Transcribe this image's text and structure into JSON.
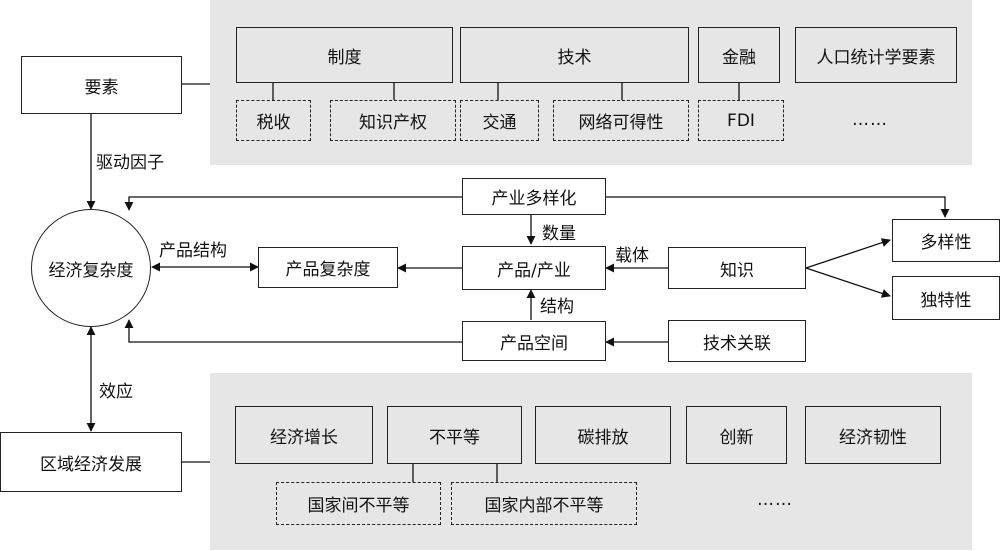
{
  "top": {
    "driver": "要素",
    "groups": [
      "制度",
      "技术",
      "金融",
      "人口统计学要素"
    ],
    "subs": [
      "税收",
      "知识产权",
      "交通",
      "网络可得性",
      "FDI"
    ],
    "more": "……"
  },
  "middle": {
    "center": "经济复杂度",
    "diversification": "产业多样化",
    "product_industry": "产品/产业",
    "product_complexity": "产品复杂度",
    "product_space": "产品空间",
    "knowledge": "知识",
    "tech_link": "技术关联",
    "diversity": "多样性",
    "uniqueness": "独特性"
  },
  "edges": {
    "driving_factor": "驱动因子",
    "product_structure": "产品结构",
    "quantity": "数量",
    "carrier": "载体",
    "structure": "结构",
    "effect": "效应"
  },
  "bottom": {
    "outcome": "区域经济发展",
    "items": [
      "经济增长",
      "不平等",
      "碳排放",
      "创新",
      "经济韧性"
    ],
    "subs": [
      "国家间不平等",
      "国家内部不平等"
    ],
    "more": "……"
  }
}
